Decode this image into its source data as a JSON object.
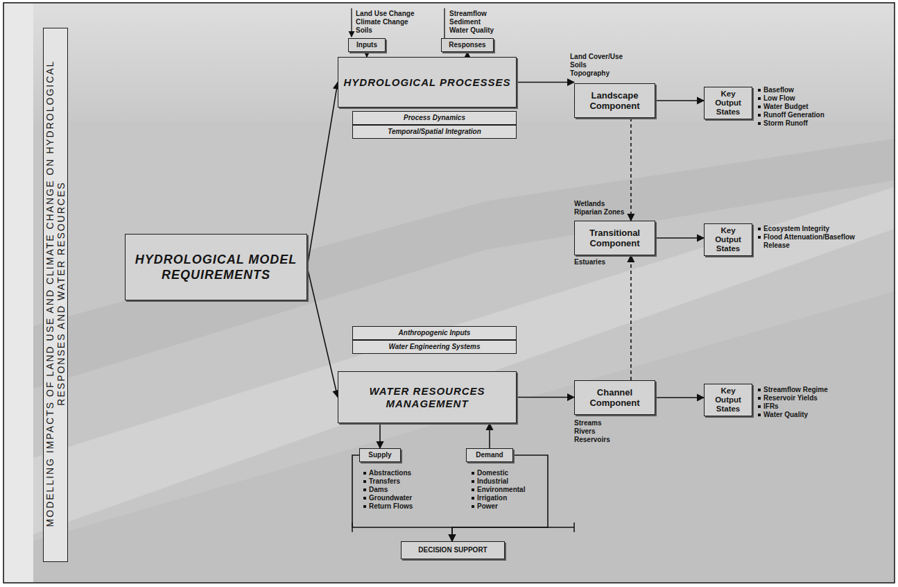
{
  "diagram": {
    "title": "MODELLING IMPACTS OF LAND USE AND CLIMATE CHANGE ON HYDROLOGICAL RESPONSES AND WATER RESOURCES",
    "nodes": [
      {
        "text": [
          "HYDROLOGICAL MODEL REQUIREMENTS"
        ]
      },
      {
        "text": [
          "Inputs"
        ]
      },
      {
        "text": [
          "Responses"
        ]
      },
      {
        "text": [
          "HYDROLOGICAL PROCESSES"
        ]
      },
      {
        "text": [
          "Process Dynamics"
        ]
      },
      {
        "text": [
          "Temporal/Spatial Integration"
        ]
      },
      {
        "text": [
          "Landscape Component"
        ]
      },
      {
        "text": [
          "Key Output States"
        ]
      },
      {
        "text": [
          "Transitional Component"
        ]
      },
      {
        "text": [
          "Key Output States"
        ]
      },
      {
        "text": [
          "Anthropogenic Inputs"
        ]
      },
      {
        "text": [
          "Water Engineering Systems"
        ]
      },
      {
        "text": [
          "WATER RESOURCES MANAGEMENT"
        ]
      },
      {
        "text": [
          "Channel Component"
        ]
      },
      {
        "text": [
          "Key Output States"
        ]
      },
      {
        "text": [
          "Supply"
        ]
      },
      {
        "text": [
          "Demand"
        ]
      },
      {
        "text": [
          "DECISION SUPPORT"
        ]
      }
    ],
    "edges": [
      {
        "from": 0,
        "to": 3,
        "arrow": "to"
      },
      {
        "from": 0,
        "to": 12,
        "arrow": "to"
      },
      {
        "from": 1,
        "to": 3,
        "arrow": "to"
      },
      {
        "from": 3,
        "to": 2,
        "arrow": "to"
      },
      {
        "from": 3,
        "to": 6,
        "arrow": "to"
      },
      {
        "from": 6,
        "to": 7,
        "arrow": "to"
      },
      {
        "from": 6,
        "to": 8,
        "arrow": "to"
      },
      {
        "from": 8,
        "to": 9,
        "arrow": "to"
      },
      {
        "from": 13,
        "to": 8,
        "arrow": "to"
      },
      {
        "from": 12,
        "to": 13,
        "arrow": "to"
      },
      {
        "from": 13,
        "to": 14,
        "arrow": "to"
      },
      {
        "from": 12,
        "to": 15,
        "arrow": "to"
      },
      {
        "from": 16,
        "to": 12,
        "arrow": "to"
      },
      {
        "from": 15,
        "to": 17,
        "arrow": "to"
      },
      {
        "from": 16,
        "to": 17,
        "arrow": "to"
      }
    ],
    "labels": [
      "Land Use Change",
      "Climate Change",
      "Soils",
      "Streamflow",
      "Sediment",
      "Water Quality",
      "Land Cover/Use",
      "Soils",
      "Topography",
      "Baseflow",
      "Low Flow",
      "Water Budget",
      "Runoff Generation",
      "Storm Runoff",
      "Wetlands",
      "Riparian Zones",
      "Estuaries",
      "Ecosystem Integrity",
      "Flood Attenuation/Baseflow Release",
      "Streams",
      "Rivers",
      "Reservoirs",
      "Streamflow Regime",
      "Reservoir Yields",
      "IFRs",
      "Water Quality",
      "Abstractions",
      "Transfers",
      "Dams",
      "Groundwater",
      "Return Flows",
      "Domestic",
      "Industrial",
      "Environmental",
      "Irrigation",
      "Power"
    ]
  }
}
